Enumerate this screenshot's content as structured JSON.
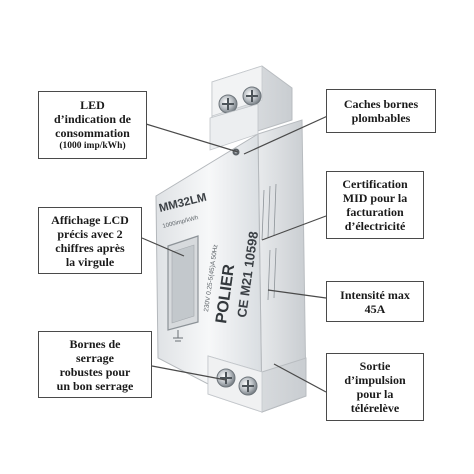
{
  "callouts": {
    "led": {
      "lines": [
        "LED",
        "d’indication de",
        "consommation"
      ],
      "note": "(1000 imp/kWh)"
    },
    "lcd": {
      "lines": [
        "Affichage LCD",
        "précis avec 2",
        "chiffres après",
        "la virgule"
      ]
    },
    "bornes": {
      "lines": [
        "Bornes de",
        "serrage",
        "robustes pour",
        "un bon serrage"
      ]
    },
    "caches": {
      "lines": [
        "Caches bornes",
        "plombables"
      ]
    },
    "certification": {
      "lines": [
        "Certification",
        "MID pour la",
        "facturation",
        "d’électricité"
      ]
    },
    "intensite": {
      "lines": [
        "Intensité max",
        "45A"
      ]
    },
    "sortie": {
      "lines": [
        "Sortie",
        "d’impulsion",
        "pour la",
        "télérelève"
      ]
    }
  },
  "device": {
    "model": "MM32LM",
    "led_label": "1000imp/kWh",
    "brand": "POLIER",
    "marking": "CE M21 10598",
    "specs": "230V 0.25-5(45)A 50Hz",
    "accent_color": "#c0c4c8"
  },
  "colors": {
    "line": "#4a4a4a",
    "body": "#eef0f2",
    "body_shadow": "#cfd3d7"
  }
}
